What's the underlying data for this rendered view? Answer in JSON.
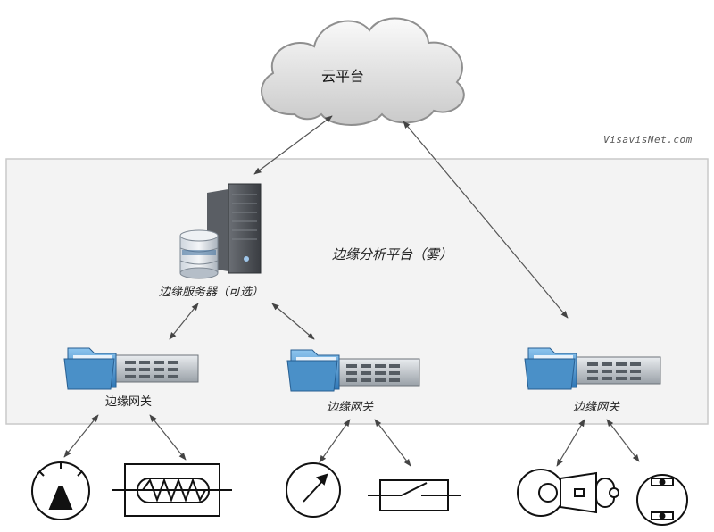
{
  "cloud": {
    "label": "云平台"
  },
  "edge_platform": {
    "label": "边缘分析平台（雾）"
  },
  "edge_server": {
    "label": "边缘服务器（可选）"
  },
  "gateways": [
    {
      "label": "边缘网关"
    },
    {
      "label": "边缘网关"
    },
    {
      "label": "边缘网关"
    }
  ],
  "watermark": "VisavisNet.com",
  "devices": [
    {
      "icon": "gauge-meter-icon"
    },
    {
      "icon": "resistor-heater-icon"
    },
    {
      "icon": "pressure-gauge-icon"
    },
    {
      "icon": "switch-icon"
    },
    {
      "icon": "motor-icon"
    },
    {
      "icon": "sensor-icon"
    }
  ],
  "colors": {
    "cloud_fill": "#e6e6e6",
    "panel_fill": "#f3f3f3",
    "folder_blue": "#4a90c8",
    "rack_gray": "#c8cdd2",
    "arrow": "#555555"
  }
}
